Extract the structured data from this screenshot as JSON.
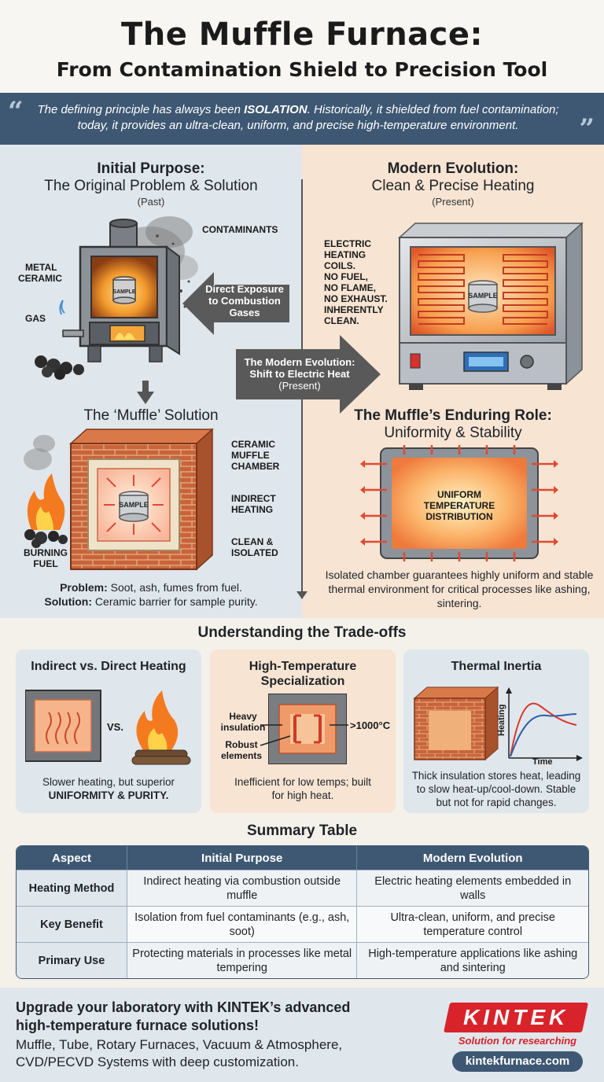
{
  "header": {
    "title": "The Muffle Furnace:",
    "subtitle": "From Contamination Shield to Precision Tool"
  },
  "quote": {
    "part1": "The defining principle has always been ",
    "emphasis": "ISOLATION",
    "part2": ". Historically, it shielded from fuel contamination; today, it provides an ultra-clean, uniform, and precise high-temperature environment."
  },
  "left": {
    "title": "Initial Purpose:",
    "subtitle": "The Original Problem & Solution",
    "period": "(Past)",
    "labels": {
      "contaminants": "CONTAMINANTS",
      "metal": "METAL",
      "ceramic": "CERAMIC",
      "gas": "GAS",
      "sample": "SAMPLE"
    },
    "arrow": {
      "line1": "Direct Exposure",
      "line2": "to Combustion",
      "line3": "Gases"
    },
    "muffle_title": "The ‘Muffle’ Solution",
    "muffle_labels": {
      "ceramic_chamber": "CERAMIC MUFFLE CHAMBER",
      "indirect": "INDIRECT HEATING",
      "clean": "CLEAN & ISOLATED",
      "burning": "BURNING FUEL",
      "sample": "SAMPLE"
    },
    "problem_label": "Problem:",
    "problem_text": " Soot, ash, fumes from fuel.",
    "solution_label": "Solution:",
    "solution_text": " Ceramic barrier for sample purity."
  },
  "transition": {
    "line1": "The Modern Evolution:",
    "line2": "Shift to Electric Heat",
    "line3": "(Present)"
  },
  "right": {
    "title": "Modern Evolution:",
    "subtitle": "Clean & Precise Heating",
    "period": "(Present)",
    "coil_note": [
      "ELECTRIC",
      "HEATING",
      "COILS.",
      "NO FUEL,",
      "NO FLAME,",
      "NO EXHAUST.",
      "INHERENTLY",
      "CLEAN."
    ],
    "sample": "SAMPLE",
    "role_title": "The Muffle’s Enduring Role:",
    "role_subtitle": "Uniformity & Stability",
    "uniform": [
      "UNIFORM",
      "TEMPERATURE",
      "DISTRIBUTION"
    ],
    "caption": "Isolated chamber guarantees highly uniform and stable thermal environment for critical processes like ashing, sintering."
  },
  "tradeoffs": {
    "title": "Understanding the Trade-offs",
    "cards": [
      {
        "title": "Indirect vs. Direct Heating",
        "vs": "VS.",
        "desc1": "Slower heating, but superior",
        "desc2": "UNIFORMITY & PURITY."
      },
      {
        "title": "High-Temperature Specialization",
        "heavy": "Heavy insulation",
        "robust": "Robust elements",
        "temp": ">1000°C",
        "desc": "Inefficient for low temps; built for high heat."
      },
      {
        "title": "Thermal Inertia",
        "y_axis": "Heating",
        "x_axis": "Time",
        "desc": "Thick insulation stores heat, leading to slow heat-up/cool-down. Stable but not for rapid changes."
      }
    ]
  },
  "summary": {
    "title": "Summary Table",
    "headers": [
      "Aspect",
      "Initial Purpose",
      "Modern Evolution"
    ],
    "rows": [
      [
        "Heating Method",
        "Indirect heating via combustion outside muffle",
        "Electric heating elements embedded in walls"
      ],
      [
        "Key Benefit",
        "Isolation from fuel contaminants (e.g., ash, soot)",
        "Ultra-clean, uniform, and precise temperature control"
      ],
      [
        "Primary Use",
        "Protecting materials in processes like metal tempering",
        "High-temperature applications like ashing and sintering"
      ]
    ]
  },
  "footer": {
    "cta": "Upgrade your laboratory with KINTEK’s advanced high-temperature furnace solutions!",
    "products": "Muffle, Tube, Rotary Furnaces, Vacuum & Atmosphere, CVD/PECVD Systems with deep customization.",
    "logo": "KINTEK",
    "tagline": "Solution for researching",
    "url": "kintekfurnace.com"
  },
  "colors": {
    "navy": "#3e5873",
    "brand_red": "#d8232a",
    "brick": "#b5532f",
    "left_bg": "#dfe6ec",
    "right_bg": "#f7e4d3"
  }
}
